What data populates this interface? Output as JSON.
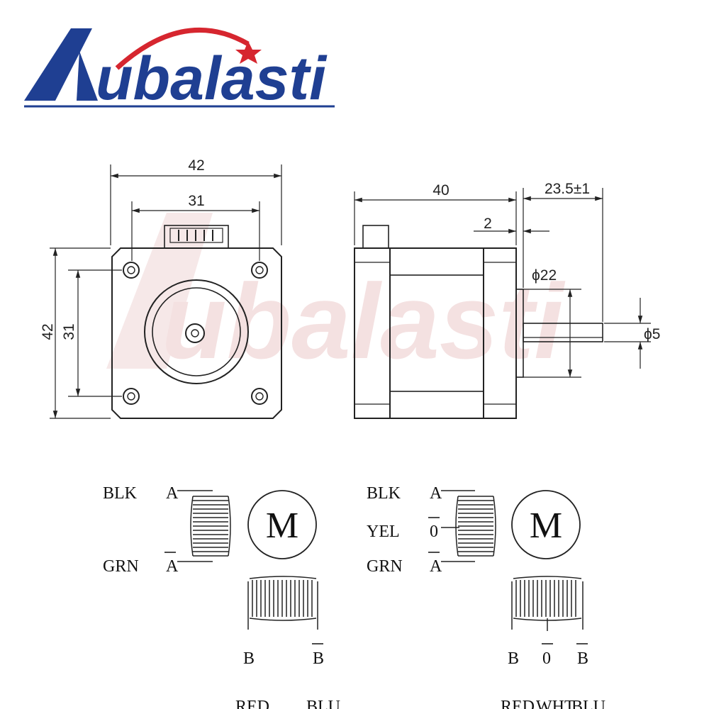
{
  "logo": {
    "brand": "Aubalasti",
    "wordmark": "ubalasti",
    "colors": {
      "blue": "#1f3f92",
      "red": "#d6262f"
    }
  },
  "watermark": "ubalasti",
  "front_view": {
    "width_outer": "42",
    "width_holes": "31",
    "height_outer": "42",
    "height_holes": "31"
  },
  "side_view": {
    "length": "40",
    "shaft_length": "23.5±1",
    "flange": "2",
    "boss_dia": "ϕ22",
    "shaft_dia": "ϕ5"
  },
  "wiring_4": {
    "motor": "M",
    "left_labels": [
      "BLK",
      "GRN"
    ],
    "left_terms": [
      "A",
      "A"
    ],
    "bottom_terms": [
      "B",
      "B"
    ],
    "bottom_colors": [
      "RED",
      "BLU"
    ]
  },
  "wiring_6": {
    "motor": "M",
    "left_labels": [
      "BLK",
      "YEL",
      "GRN"
    ],
    "left_terms": [
      "A",
      "0",
      "A"
    ],
    "bottom_terms": [
      "B",
      "0",
      "B"
    ],
    "bottom_colors": [
      "RED",
      "WHT",
      "BLU"
    ]
  }
}
